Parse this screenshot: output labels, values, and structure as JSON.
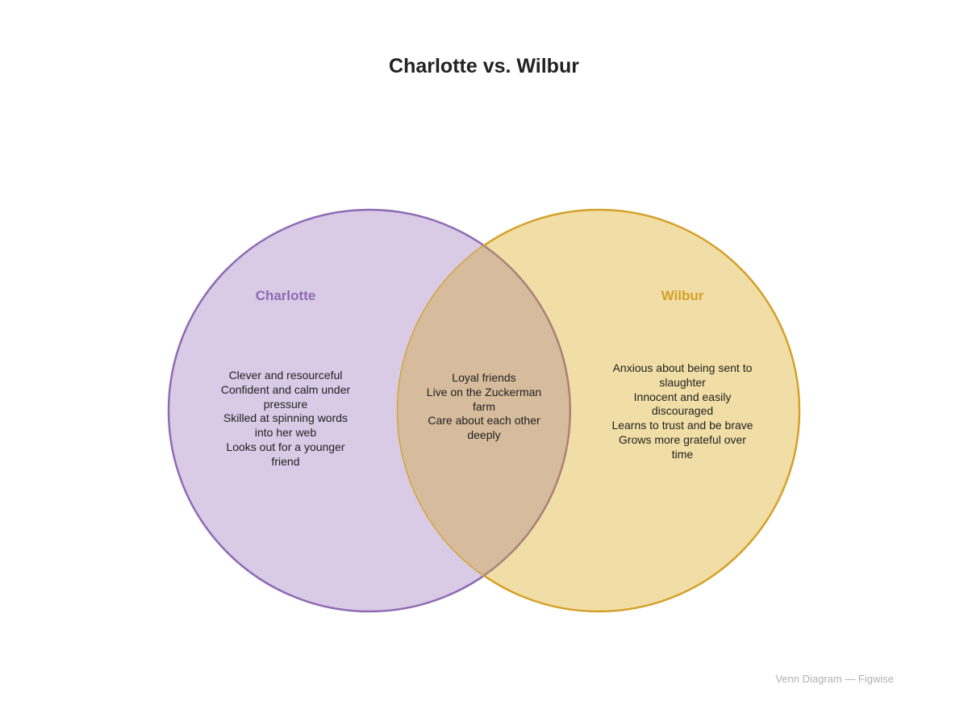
{
  "title": "Charlotte vs. Wilbur",
  "colors": {
    "left_stroke": "#8e6bb3",
    "left_fill": "#d9cae6",
    "right_stroke": "#d4a12a",
    "right_fill": "#f1dea6",
    "overlap_fill": "#d6bb9c",
    "overlap_stroke": "#a8827a"
  },
  "sets": {
    "left": {
      "label": "Charlotte",
      "items": [
        "Clever and resourceful",
        "Confident and calm under pressure",
        "Skilled at spinning words into her web",
        "Looks out for a younger friend"
      ]
    },
    "right": {
      "label": "Wilbur",
      "items": [
        "Anxious about being sent to slaughter",
        "Innocent and easily discouraged",
        "Learns to trust and be brave",
        "Grows more grateful over time"
      ]
    },
    "overlap": {
      "items": [
        "Loyal friends",
        "Live on the Zuckerman farm",
        "Care about each other deeply"
      ]
    }
  },
  "footer": "Venn Diagram — Figwise"
}
